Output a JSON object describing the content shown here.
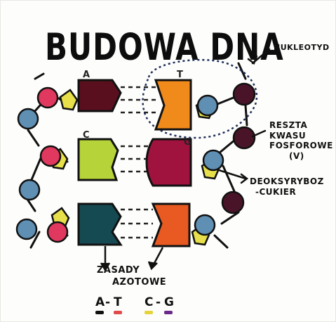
{
  "title": "BUDOWA DNA",
  "labels": {
    "nucleotide": "NUKLEOTYD",
    "phosphate": [
      "RESZTA",
      "KWASU",
      "FOSFOROWE",
      "(V)"
    ],
    "sugar": [
      "DEOKSYRYBOZ",
      "-CUKIER"
    ],
    "bases": [
      "ZASADY",
      "AZOTOWE"
    ],
    "strand_letters": [
      "A",
      "T",
      "C",
      "G"
    ],
    "pairs": [
      {
        "left": "A",
        "dash": "-",
        "right": "T"
      },
      {
        "left": "C",
        "dash": "-",
        "right": "G"
      }
    ]
  },
  "colors": {
    "phosphate_pink": "#e0385e",
    "phosphate_blue": "#5f8fb3",
    "phosphate_purple": "#4a1428",
    "sugar_yellow": "#e7e04a",
    "base_A": "#5a0f1e",
    "base_T": "#f08a1a",
    "base_C": "#b6d43a",
    "base_G": "#a0133e",
    "base_A2": "#164a52",
    "base_T2": "#e85a22",
    "pair_AT_underline": "#e04a4a",
    "pair_CG_underline_C": "#e3d43a",
    "pair_CG_underline_G": "#6a2a8a"
  }
}
